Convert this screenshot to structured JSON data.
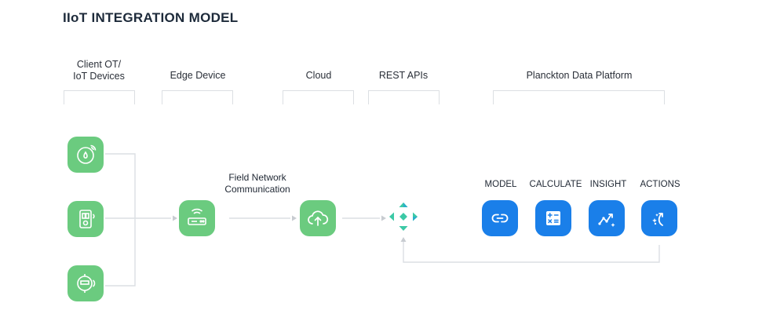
{
  "title": "IIoT INTEGRATION MODEL",
  "columns": {
    "client_line1": "Client OT/",
    "client_line2": "IoT Devices",
    "edge": "Edge Device",
    "cloud": "Cloud",
    "rest": "REST APIs",
    "platform": "Planckton Data Platform"
  },
  "field_network": {
    "line1": "Field Network",
    "line2": "Communication"
  },
  "platform_steps": [
    "MODEL",
    "CALCULATE",
    "INSIGHT",
    "ACTIONS"
  ],
  "colors": {
    "device_green": "#6bcb7f",
    "platform_blue": "#1a7fe9",
    "connector": "#dcdfe3",
    "api_teal": "#3cc9a6"
  },
  "icons": {
    "devices": [
      "gauge-sensor-icon",
      "power-meter-icon",
      "flow-meter-icon"
    ],
    "edge": "router-icon",
    "cloud": "cloud-upload-icon",
    "rest": "api-arrows-icon",
    "platform": [
      "link-icon",
      "calculator-icon",
      "insight-chart-icon",
      "action-tap-icon"
    ]
  }
}
